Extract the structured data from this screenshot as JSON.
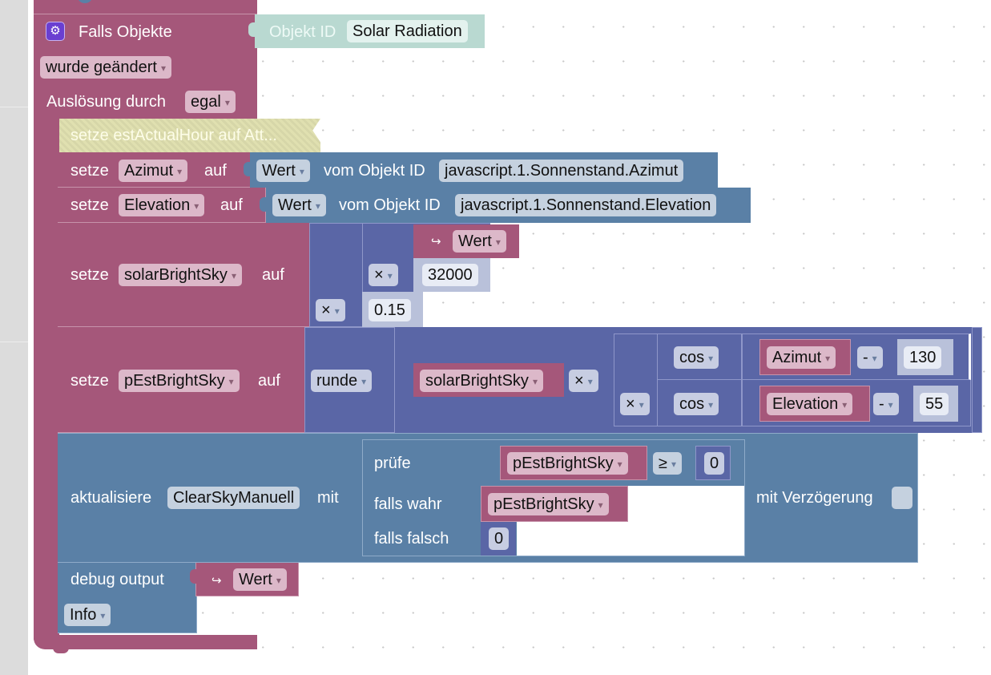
{
  "trigger": {
    "title": "Falls Objekte",
    "object_id_label": "Objekt ID",
    "object_id_value": "Solar Radiation",
    "condition": "wurde geändert",
    "trigger_by_label": "Auslösung durch",
    "trigger_by_value": "egal",
    "settings_icon": "gear-icon"
  },
  "comment_block": {
    "text": "setze estActualHour auf Att..."
  },
  "statements": {
    "set_azimut": {
      "keyword": "setze",
      "variable": "Azimut",
      "to_label": "auf",
      "value_type": "Wert",
      "from_label": "vom Objekt ID",
      "object_id": "javascript.1.Sonnenstand.Azimut"
    },
    "set_elevation": {
      "keyword": "setze",
      "variable": "Elevation",
      "to_label": "auf",
      "value_type": "Wert",
      "from_label": "vom Objekt ID",
      "object_id": "javascript.1.Sonnenstand.Elevation"
    },
    "set_solar": {
      "keyword": "setze",
      "variable": "solarBrightSky",
      "to_label": "auf",
      "value_var": "Wert",
      "op1": "×",
      "num1": "32000",
      "op2": "×",
      "num2": "0.15",
      "arrow": "↪"
    },
    "set_pest": {
      "keyword": "setze",
      "variable": "pEstBrightSky",
      "to_label": "auf",
      "round_fn": "runde",
      "var1": "solarBrightSky",
      "op_mul": "×",
      "op_mul2": "×",
      "cos1": "cos",
      "azimut_var": "Azimut",
      "minus1": "-",
      "num_az": "130",
      "cos2": "cos",
      "elevation_var": "Elevation",
      "minus2": "-",
      "num_el": "55"
    },
    "update": {
      "keyword": "aktualisiere",
      "target": "ClearSkyManuell",
      "with_label": "mit",
      "check_label": "prüfe",
      "cond_var": "pEstBrightSky",
      "cond_op": "≥",
      "cond_num": "0",
      "true_label": "falls wahr",
      "true_var": "pEstBrightSky",
      "false_label": "falls falsch",
      "false_num": "0",
      "delay_label": "mit Verzögerung",
      "delay_checked": false
    },
    "debug": {
      "keyword": "debug output",
      "arrow": "↪",
      "value_var": "Wert",
      "level": "Info"
    }
  }
}
